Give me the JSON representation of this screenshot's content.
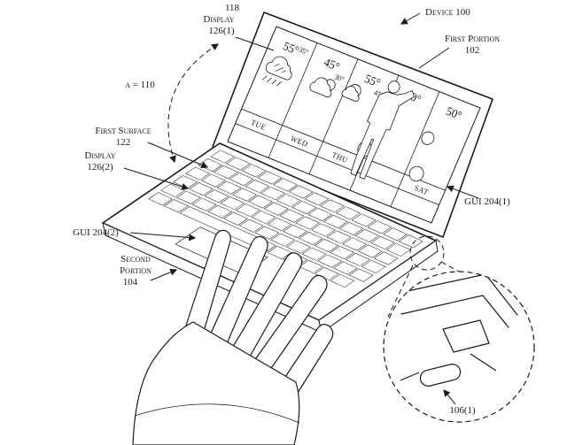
{
  "figure": {
    "labels": {
      "ref_118": "118",
      "display_1": [
        "Display",
        "126(1)"
      ],
      "device_100": "Device 100",
      "first_portion": [
        "First Portion",
        "102"
      ],
      "alpha": "α = 110",
      "first_surface": [
        "First Surface",
        "122"
      ],
      "display_2": [
        "Display",
        "126(2)"
      ],
      "gui_2": "GUI 204(2)",
      "second_portion": [
        "Second",
        "Portion",
        "104"
      ],
      "gui_1": "GUI 204(1)",
      "hinge": "106(1)"
    }
  },
  "screen_gui": {
    "forecast": [
      {
        "day": "TUE",
        "high": "55°",
        "low": "35°",
        "icon": "rain-cloud-icon"
      },
      {
        "day": "WED",
        "high": "45°",
        "low": "30°",
        "icon": "sun-cloud-icon"
      },
      {
        "day": "THU",
        "high": "55°",
        "low": "45°",
        "icon": "sun-cloud-icon"
      },
      {
        "day": "",
        "high": "40°",
        "low": "",
        "icon": "sun-icon"
      },
      {
        "day": "SAT",
        "high": "50°",
        "low": "",
        "icon": "sun-icon"
      }
    ]
  },
  "colors": {
    "ink": "#1a1a1a",
    "paper": "#ffffff"
  }
}
